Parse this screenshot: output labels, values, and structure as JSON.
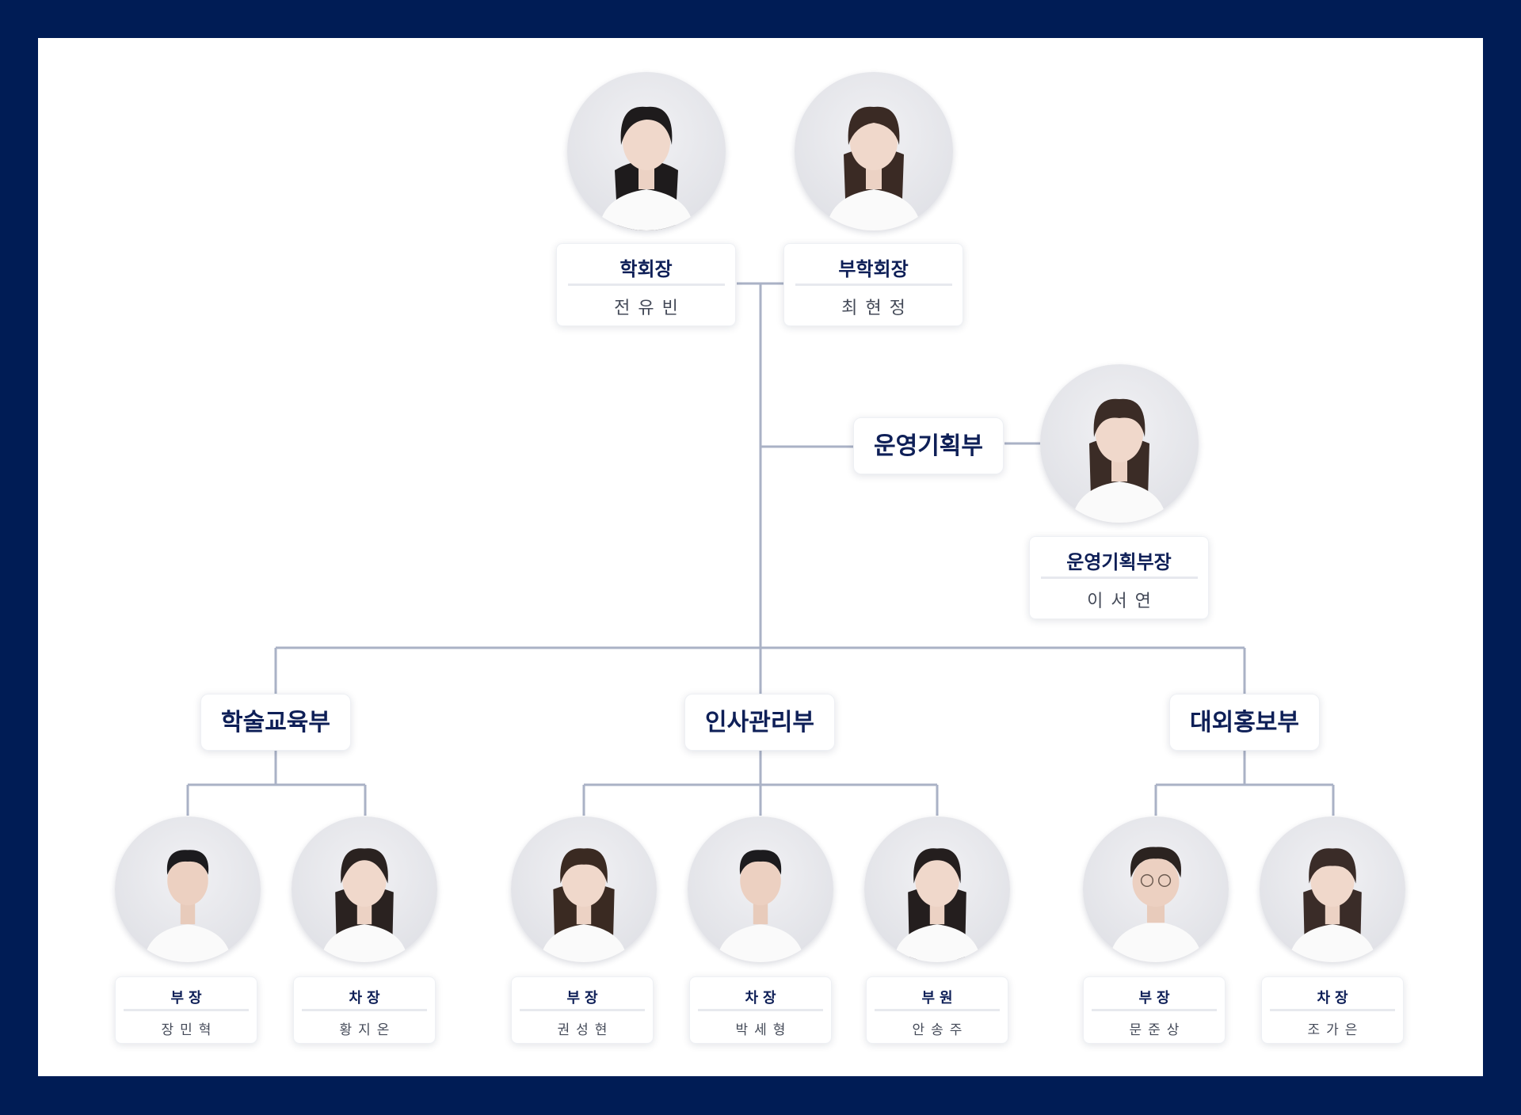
{
  "colors": {
    "frame": "#001c55",
    "accent_text": "#0e1f57",
    "connector": "#aab2c6"
  },
  "top": {
    "president": {
      "role": "학회장",
      "name": "전유빈"
    },
    "vice_president": {
      "role": "부학회장",
      "name": "최현정"
    }
  },
  "operations": {
    "dept": "운영기획부",
    "head": {
      "role": "운영기획부장",
      "name": "이서연"
    }
  },
  "departments": [
    {
      "dept": "학술교육부",
      "members": [
        {
          "role": "부장",
          "name": "장민혁"
        },
        {
          "role": "차장",
          "name": "황지온"
        }
      ]
    },
    {
      "dept": "인사관리부",
      "members": [
        {
          "role": "부장",
          "name": "권성현"
        },
        {
          "role": "차장",
          "name": "박세형"
        },
        {
          "role": "부원",
          "name": "안송주"
        }
      ]
    },
    {
      "dept": "대외홍보부",
      "members": [
        {
          "role": "부장",
          "name": "문준상"
        },
        {
          "role": "차장",
          "name": "조가은"
        }
      ]
    }
  ],
  "icons": {
    "portrait": "person-photo-icon"
  }
}
